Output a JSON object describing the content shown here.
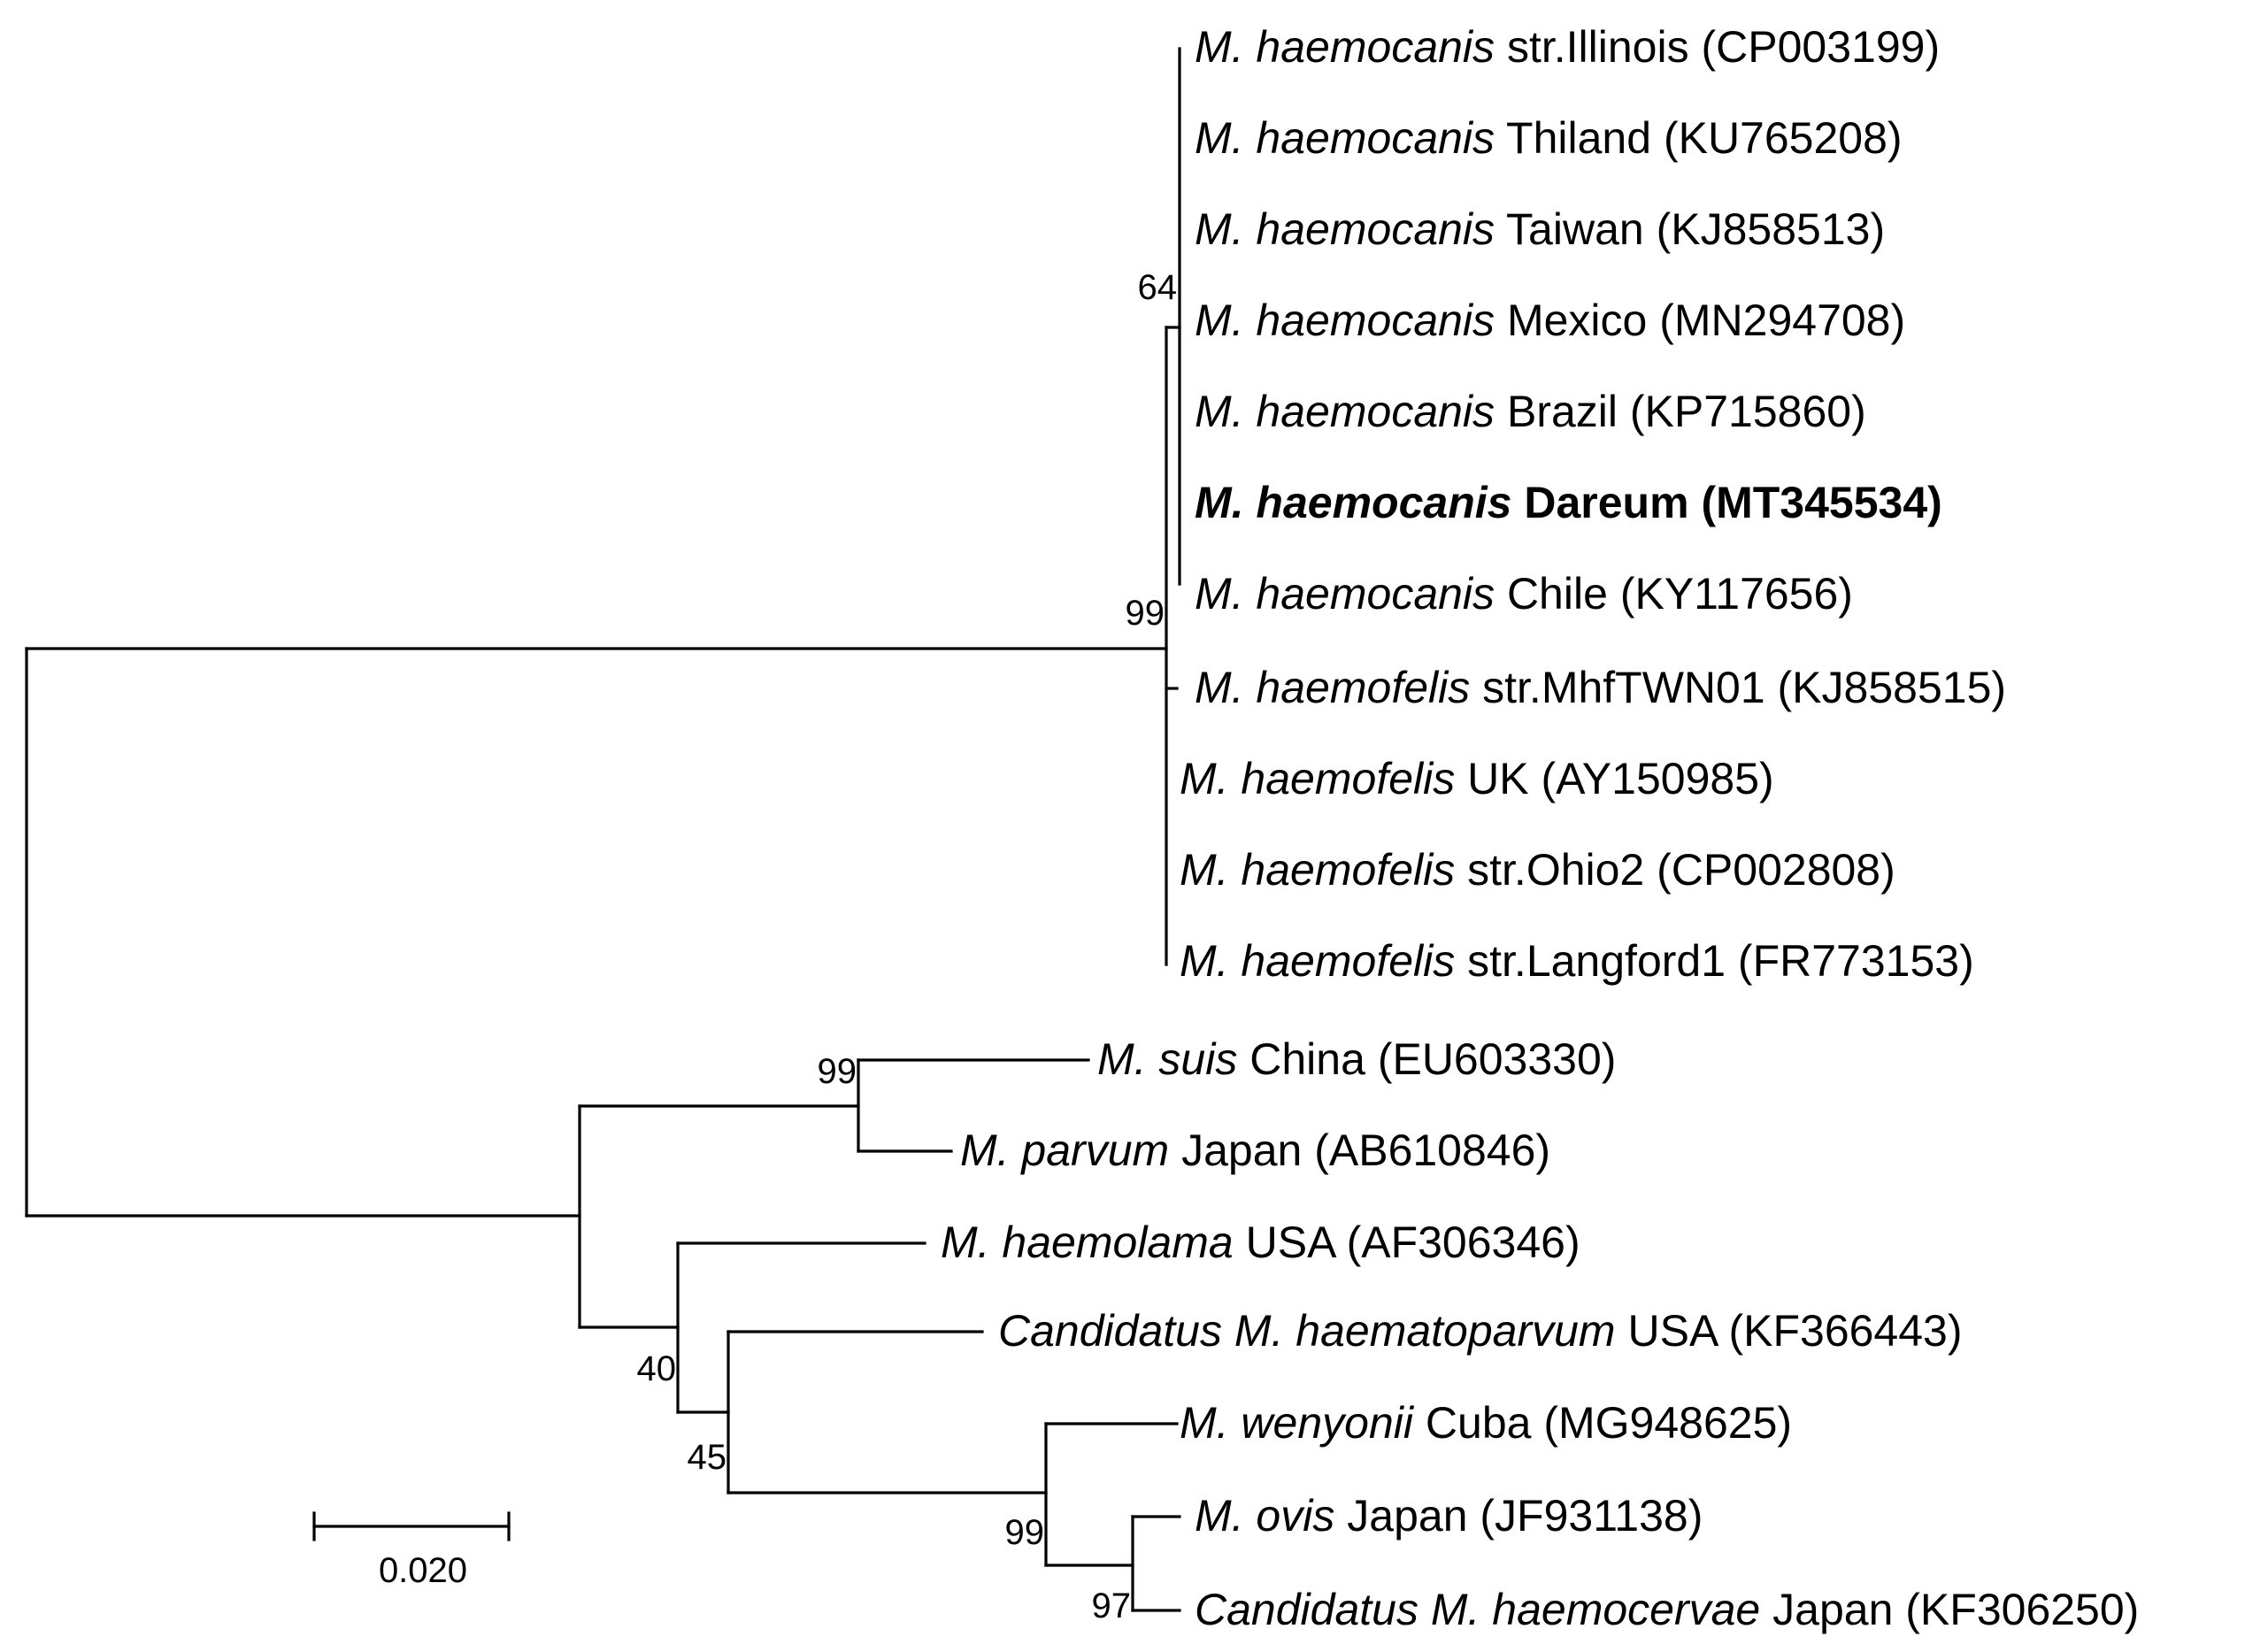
{
  "tree": {
    "leaves": [
      {
        "species": "M. haemocanis",
        "strain": "str.Illinois",
        "accession": "(CP003199)"
      },
      {
        "species": "M. haemocanis",
        "strain": "Thiland",
        "accession": "(KU765208)"
      },
      {
        "species": "M. haemocanis",
        "strain": "Taiwan",
        "accession": "(KJ858513)"
      },
      {
        "species": "M. haemocanis",
        "strain": "Mexico",
        "accession": "(MN294708)"
      },
      {
        "species": "M. haemocanis",
        "strain": "Brazil",
        "accession": "(KP715860)"
      },
      {
        "species": "M. haemocanis",
        "strain": "Dareum",
        "accession": "(MT345534)",
        "highlight": true
      },
      {
        "species": "M. haemocanis",
        "strain": "Chile",
        "accession": "(KY117656)"
      },
      {
        "species": "M. haemofelis",
        "strain": "str.MhfTWN01",
        "accession": "(KJ858515)"
      },
      {
        "species": "M. haemofelis",
        "strain": "UK",
        "accession": "(AY150985)"
      },
      {
        "species": "M. haemofelis",
        "strain": "str.Ohio2",
        "accession": "(CP002808)"
      },
      {
        "species": "M. haemofelis",
        "strain": "str.Langford1",
        "accession": "(FR773153)"
      },
      {
        "species": "M. suis",
        "strain": "China",
        "accession": "(EU603330)"
      },
      {
        "species": "M. parvum",
        "strain": "Japan",
        "accession": "(AB610846)"
      },
      {
        "species": "M. haemolama",
        "strain": "USA",
        "accession": "(AF306346)"
      },
      {
        "species": "Candidatus M. haematoparvum",
        "strain": "USA",
        "accession": "(KF366443)"
      },
      {
        "species": "M. wenyonii",
        "strain": "Cuba",
        "accession": "(MG948625)"
      },
      {
        "species": "M. ovis",
        "strain": "Japan",
        "accession": "(JF931138)"
      },
      {
        "species": "Candidatus M. haemocervae",
        "strain": "Japan",
        "accession": "(KF306250)"
      }
    ],
    "bootstrap_values": [
      "64",
      "99",
      "99",
      "40",
      "45",
      "99",
      "97"
    ],
    "scale_bar": {
      "label": "0.020",
      "value": 0.02
    }
  }
}
